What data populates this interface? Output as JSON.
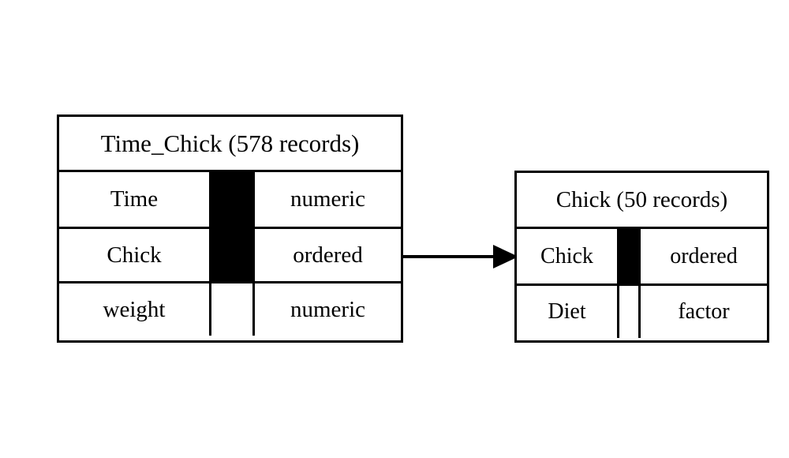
{
  "diagram": {
    "type": "entity-relationship-diagram",
    "background_color": "#ffffff",
    "line_color": "#000000",
    "entities": [
      {
        "id": "time-chick",
        "title": "Time_Chick (578 records)",
        "name": "Time_Chick",
        "record_count": "578 records",
        "fields": [
          {
            "name": "Time",
            "type": "numeric",
            "key": true
          },
          {
            "name": "Chick",
            "type": "ordered",
            "key": true
          },
          {
            "name": "weight",
            "type": "numeric",
            "key": false
          }
        ]
      },
      {
        "id": "chick",
        "title": "Chick (50 records)",
        "name": "Chick",
        "record_count": "50 records",
        "fields": [
          {
            "name": "Chick",
            "type": "ordered",
            "key": true
          },
          {
            "name": "Diet",
            "type": "factor",
            "key": false
          }
        ]
      }
    ],
    "relationship": {
      "icon": "arrow-right-icon",
      "from_entity": "time-chick",
      "from_field": "Chick",
      "to_entity": "chick",
      "to_field": "Chick",
      "arrow_head": "solid-triangle"
    }
  }
}
